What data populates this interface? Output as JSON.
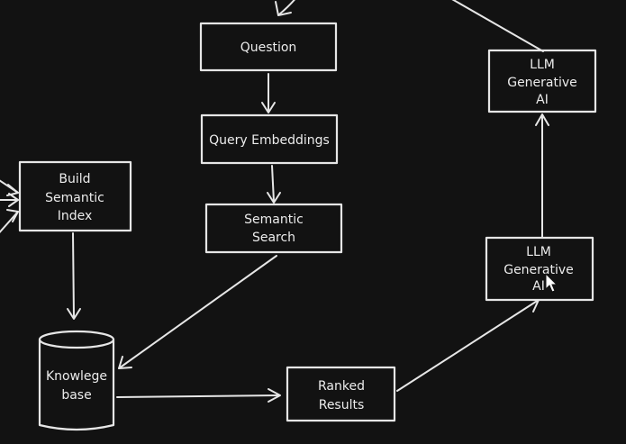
{
  "diagram": {
    "nodes": {
      "question": {
        "line1": "Question"
      },
      "query_embeddings": {
        "line1": "Query Embeddings"
      },
      "semantic_search": {
        "line1": "Semantic",
        "line2": "Search"
      },
      "build_index": {
        "line1": "Build",
        "line2": "Semantic",
        "line3": "Index"
      },
      "knowledge_base": {
        "line1": "Knowlege",
        "line2": "base"
      },
      "ranked_results": {
        "line1": "Ranked",
        "line2": "Results"
      },
      "llm_lower": {
        "line1": "LLM",
        "line2": "Generative",
        "line3": "AI"
      },
      "llm_upper": {
        "line1": "LLM",
        "line2": "Generative",
        "line3": "AI"
      }
    },
    "colors": {
      "background": "#121212",
      "stroke": "#e6e6e6",
      "text": "#ececec"
    },
    "cursor_icon": "mouse-pointer-icon"
  }
}
